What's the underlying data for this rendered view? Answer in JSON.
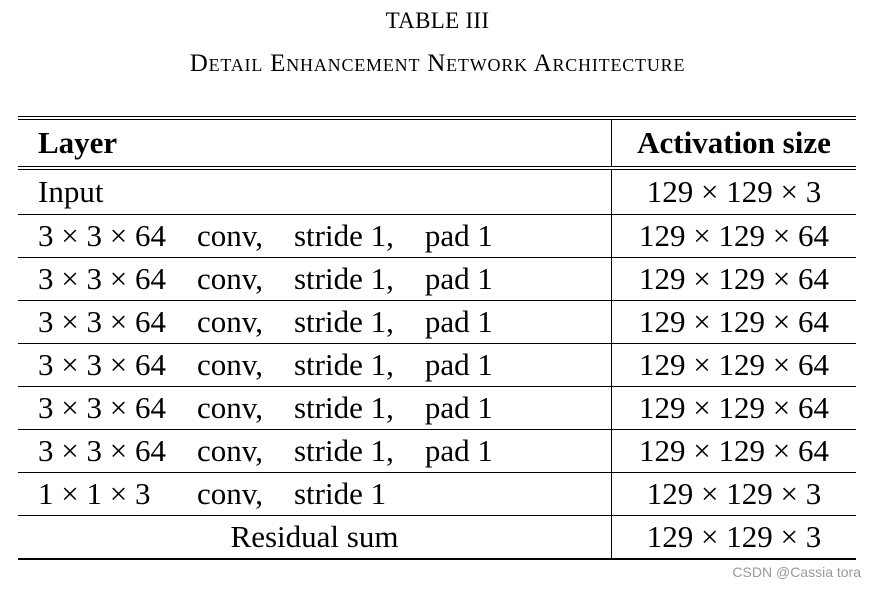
{
  "caption": {
    "number": "TABLE III",
    "title": "Detail Enhancement Network Architecture"
  },
  "table": {
    "headers": [
      "Layer",
      "Activation size"
    ],
    "rows": [
      {
        "layer": "Input",
        "activation": "129 × 129 × 3"
      },
      {
        "layer": "3 × 3 × 64    conv,    stride 1,    pad 1",
        "activation": "129 × 129 × 64"
      },
      {
        "layer": "3 × 3 × 64    conv,    stride 1,    pad 1",
        "activation": "129 × 129 × 64"
      },
      {
        "layer": "3 × 3 × 64    conv,    stride 1,    pad 1",
        "activation": "129 × 129 × 64"
      },
      {
        "layer": "3 × 3 × 64    conv,    stride 1,    pad 1",
        "activation": "129 × 129 × 64"
      },
      {
        "layer": "3 × 3 × 64    conv,    stride 1,    pad 1",
        "activation": "129 × 129 × 64"
      },
      {
        "layer": "3 × 3 × 64    conv,    stride 1,    pad 1",
        "activation": "129 × 129 × 64"
      },
      {
        "layer": "1 × 1 × 3      conv,    stride 1",
        "activation": "129 × 129 × 3"
      },
      {
        "layer": "Residual sum",
        "activation": "129 × 129 × 3"
      }
    ]
  },
  "watermark": "CSDN @Cassia tora"
}
